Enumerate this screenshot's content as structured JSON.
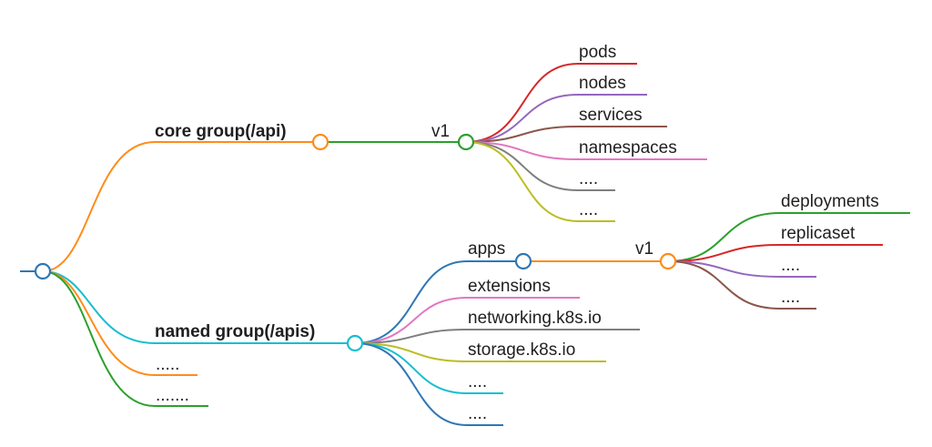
{
  "colors": {
    "blue": "#2f77b4",
    "orange": "#ff8c1a",
    "green": "#2ca02c",
    "red": "#d62728",
    "purple": "#9467bd",
    "brown": "#8c564b",
    "pink": "#e377c2",
    "gray": "#7f7f7f",
    "olive": "#bcbd22",
    "cyan": "#17becf"
  },
  "tree": {
    "core_group": {
      "label": "core group(/api)",
      "version": {
        "label": "v1",
        "resources": [
          "pods",
          "nodes",
          "services",
          "namespaces",
          "....",
          "...."
        ]
      }
    },
    "named_group": {
      "label": "named group(/apis)",
      "apps": {
        "label": "apps",
        "version": {
          "label": "v1",
          "resources": [
            "deployments",
            "replicaset",
            "....",
            "...."
          ]
        }
      },
      "others": [
        "extensions",
        "networking.k8s.io",
        "storage.k8s.io",
        "....",
        "...."
      ]
    },
    "more_groups": [
      ".....",
      "......."
    ]
  }
}
